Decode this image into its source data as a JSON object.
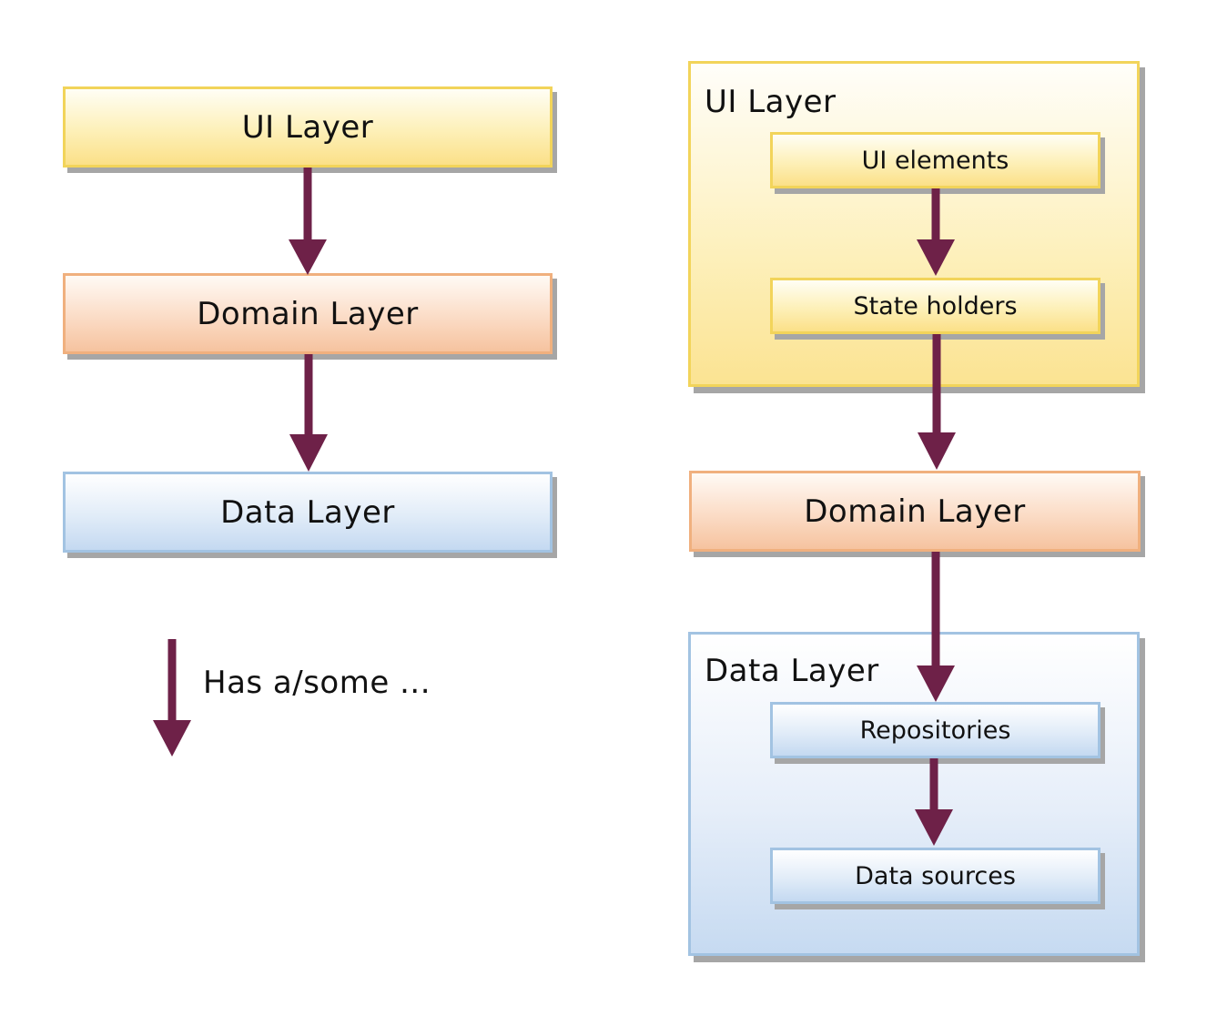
{
  "left": {
    "ui_layer": "UI Layer",
    "domain_layer": "Domain Layer",
    "data_layer": "Data Layer"
  },
  "legend": {
    "label": "Has a/some ..."
  },
  "right": {
    "ui_layer": {
      "title": "UI Layer",
      "ui_elements": "UI elements",
      "state_holders": "State holders"
    },
    "domain_layer": "Domain Layer",
    "data_layer": {
      "title": "Data Layer",
      "repositories": "Repositories",
      "data_sources": "Data sources"
    }
  },
  "colors": {
    "arrow": "#6e2148",
    "ui_fill": "#fbe088",
    "domain_fill": "#f6c39f",
    "data_fill": "#c4d9f1"
  }
}
